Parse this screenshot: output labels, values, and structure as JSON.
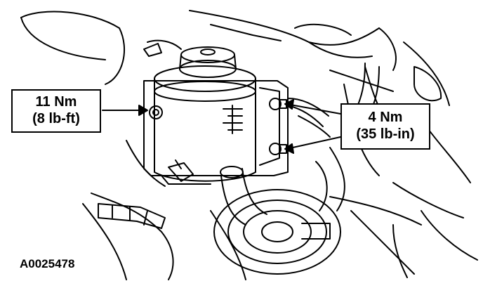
{
  "callouts": {
    "left": {
      "line1": "11 Nm",
      "line2": "(8 lb-ft)"
    },
    "right": {
      "line1": "4 Nm",
      "line2": "(35 lb-in)"
    }
  },
  "figure_id": "A0025478",
  "colors": {
    "ink": "#000000",
    "paper": "#ffffff"
  }
}
